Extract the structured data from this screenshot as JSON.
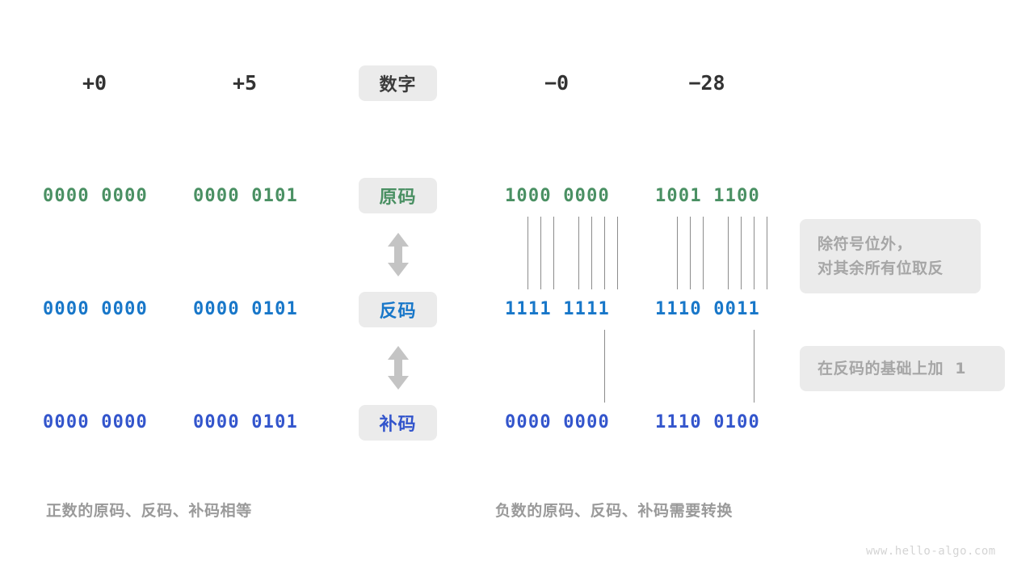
{
  "colors": {
    "sign_magnitude": "#4a9063",
    "ones_complement": "#1877c9",
    "twos_complement": "#3355cc",
    "badge_bg": "#ebebeb",
    "note_text": "#a6a6a6",
    "caption_text": "#9a9a9a",
    "connector_line": "#8c8c8c",
    "arrow": "#c4c4c4",
    "header_text": "#333333"
  },
  "header": {
    "label": "数字",
    "columns": [
      "+0",
      "+5",
      "−0",
      "−28"
    ]
  },
  "rows": [
    {
      "key": "sign_magnitude",
      "label": "原码",
      "values": [
        "0000 0000",
        "0000 0101",
        "1000 0000",
        "1001 1100"
      ]
    },
    {
      "key": "ones_complement",
      "label": "反码",
      "values": [
        "0000 0000",
        "0000 0101",
        "1111 1111",
        "1110 0011"
      ]
    },
    {
      "key": "twos_complement",
      "label": "补码",
      "values": [
        "0000 0000",
        "0000 0101",
        "0000 0000",
        "1110 0100"
      ]
    }
  ],
  "notes": {
    "invert_line1": "除符号位外，",
    "invert_line2": "对其余所有位取反",
    "add_one": "在反码的基础上加  1"
  },
  "captions": {
    "left": "正数的原码、反码、补码相等",
    "right": "负数的原码、反码、补码需要转换"
  },
  "watermark": "www.hello-algo.com",
  "icons": {
    "arrow": "double-headed-vertical-arrow"
  }
}
